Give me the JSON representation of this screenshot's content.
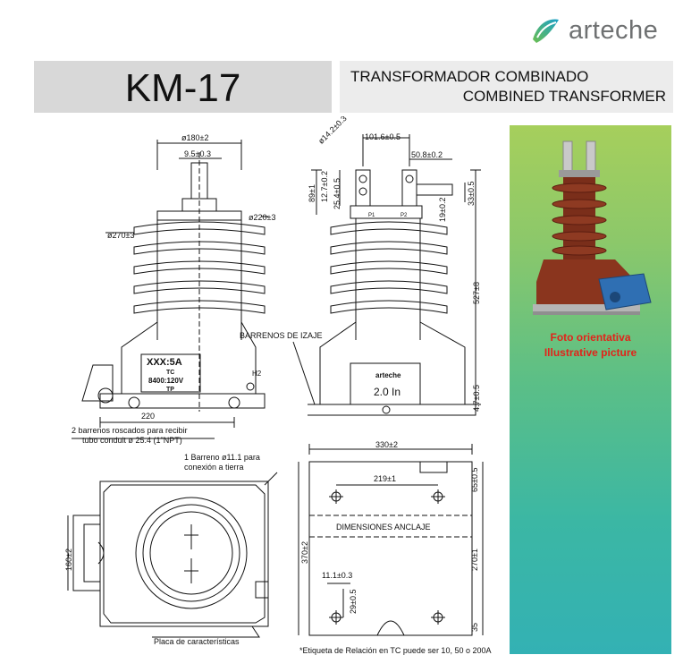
{
  "brand": {
    "name": "arteche"
  },
  "header": {
    "model": "KM-17",
    "title_es": "TRANSFORMADOR COMBINADO",
    "title_en": "COMBINED TRANSFORMER"
  },
  "photo": {
    "caption_es": "Foto orientativa",
    "caption_en": "Illustrative picture"
  },
  "front_view": {
    "dim_top": "ø180±2",
    "dim_terminal": "9.5±0.3",
    "dim_d220": "ø220±3",
    "dim_d270": "ø270±3",
    "nameplate_ratio": "XXX:5A",
    "nameplate_tc": "TC",
    "nameplate_v": "8400:120V",
    "nameplate_tp": "TP",
    "terminal_h2": "H2",
    "dim_base": "220",
    "note_conduit_1": "2 barrenos roscados para recibir",
    "note_conduit_2": "tubo conduit ø 25.4 (1\"NPT)"
  },
  "side_view": {
    "dim_d14": "ø14.2±0.3",
    "dim_101": "101.6±0.5",
    "dim_50": "50.8±0.2",
    "dim_89": "89±1",
    "dim_12": "12.7±0.2",
    "dim_25": "25.4±0.5",
    "dim_19": "19±0.2",
    "dim_33": "33±0.5",
    "dim_527": "527±8",
    "dim_4": "4.7±0.5",
    "label_barrenos": "BARRENOS DE IZAJE",
    "terminal_p1": "P1",
    "terminal_p2": "P2",
    "plate_brand": "arteche",
    "plate_rating": "2.0 In"
  },
  "bottom_view": {
    "note_ground_1": "1 Barreno ø11.1 para",
    "note_ground_2": "conexión a tierra",
    "dim_160": "160±2",
    "label_placa": "Placa de características"
  },
  "anchor_view": {
    "dim_330": "330±2",
    "dim_219": "219±1",
    "dim_65": "65±0.5",
    "dim_370": "370±2",
    "label_anchor": "DIMENSIONES ANCLAJE",
    "dim_270": "270±1",
    "dim_11": "11.1±0.3",
    "dim_29": "29±0.5",
    "dim_35": "35"
  },
  "footnote": "*Etiqueta de Relación en TC puede ser 10, 50 o 200A"
}
